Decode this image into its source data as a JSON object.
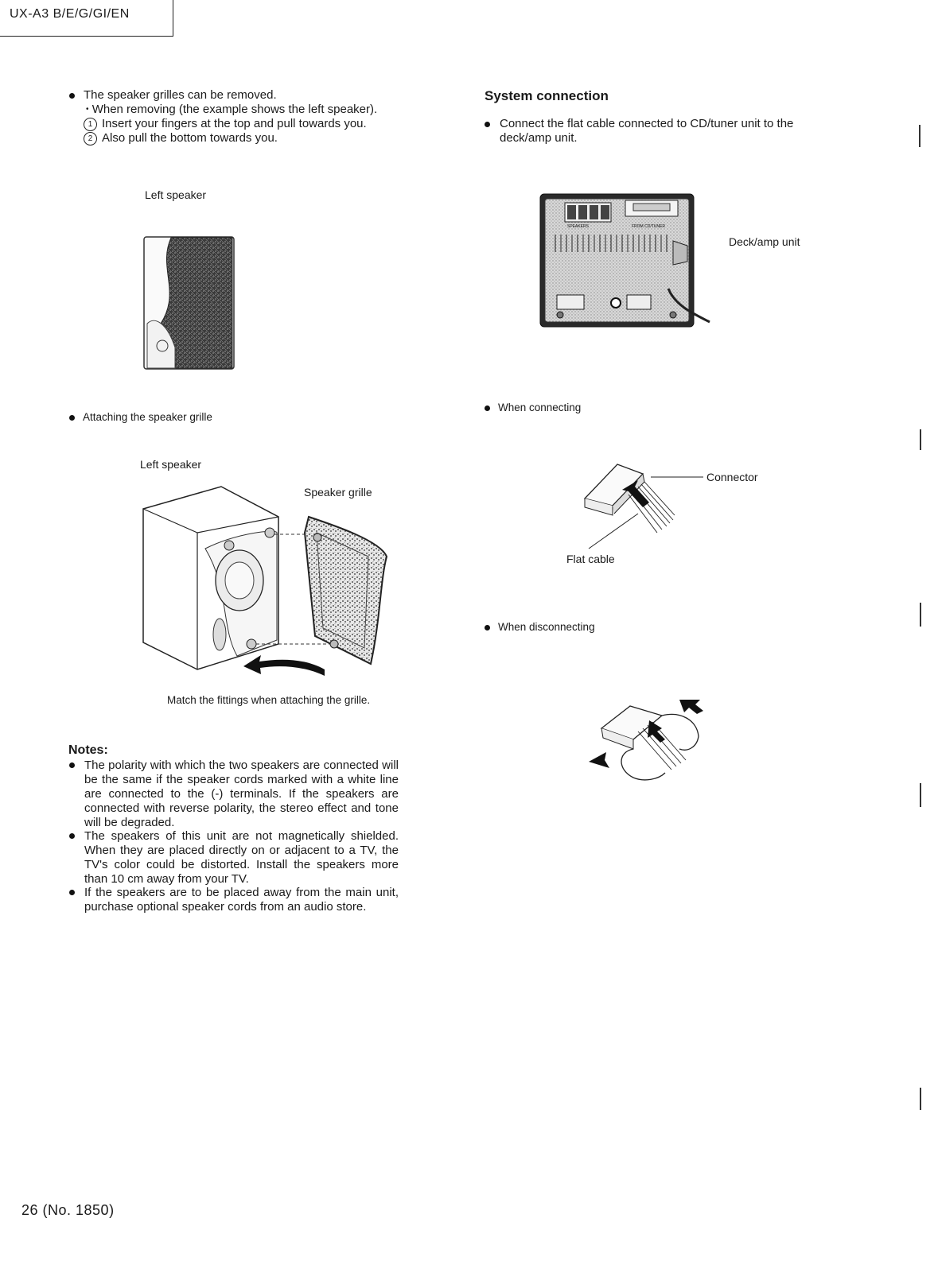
{
  "header": {
    "model": "UX-A3 B/E/G/GI/EN"
  },
  "left": {
    "removal": {
      "main": "The speaker grilles can be removed.",
      "sub": "When removing (the example shows the left speaker).",
      "step1_num": "1",
      "step1": "Insert your fingers at the top and pull towards you.",
      "step2_num": "2",
      "step2": "Also pull the bottom towards you."
    },
    "fig1_label": "Left speaker",
    "attach": {
      "bullet": "Attaching the speaker grille",
      "left_label": "Left speaker",
      "grille_label": "Speaker grille",
      "caption": "Match the fittings when attaching the grille."
    },
    "notes": {
      "title": "Notes:",
      "items": [
        "The polarity with which the two speakers are connected will be the same if the speaker cords marked with a white line are connected to the (-) terminals. If the speakers are connected with reverse polarity, the stereo effect and tone will be degraded.",
        "The speakers of this unit are not magnetically shielded. When they are placed directly on or adjacent to a TV, the TV's color could be distorted. Install the speakers more than 10 cm away from your TV.",
        "If the speakers are to be placed away from the main unit, purchase optional speaker cords from an audio store."
      ]
    }
  },
  "right": {
    "heading": "System connection",
    "connect": "Connect the flat cable connected to CD/tuner unit to the deck/amp unit.",
    "deck_label": "Deck/amp unit",
    "deck_panel_left": "SPEAKERS",
    "deck_panel_right": "FROM CD/TUNER",
    "when_connecting": "When connecting",
    "connector_label": "Connector",
    "flat_cable_label": "Flat cable",
    "when_disconnecting": "When disconnecting"
  },
  "footer": {
    "page": "26 (No. 1850)"
  }
}
